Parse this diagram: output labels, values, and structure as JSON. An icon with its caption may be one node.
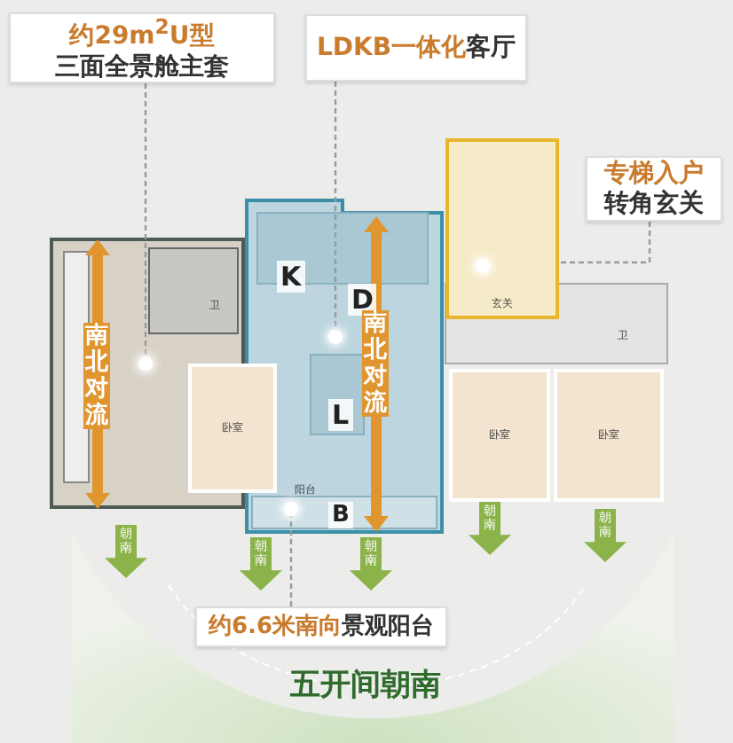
{
  "diagram": {
    "nodes": [
      {
        "text": [
          "约29m$^{2}$U型",
          "三面全景舱主套"
        ]
      },
      {
        "text": [
          "**LDKB一体化**客厅"
        ]
      },
      {
        "text": [
          "专梯入户",
          "转角玄关"
        ]
      },
      {
        "text": [
          "**约6.6米南向**景观阳台"
        ]
      },
      {
        "text": [],
        "shape": "circle"
      },
      {
        "text": [],
        "shape": "circle"
      },
      {
        "text": [
          "玄关"
        ]
      },
      {
        "text": [],
        "shape": "circle",
        "in": 6
      },
      {
        "text": [],
        "shape": "circle"
      },
      {
        "text": [
          "卧室"
        ]
      },
      {
        "text": [
          "卧室"
        ]
      },
      {
        "text": [
          "卧室"
        ]
      },
      {
        "text": [
          "朝南"
        ]
      },
      {
        "text": [
          "朝南"
        ]
      },
      {
        "text": [
          "朝南"
        ]
      },
      {
        "text": [
          "朝南"
        ]
      },
      {
        "text": [
          "朝南"
        ]
      }
    ],
    "edges": [
      {
        "from": 0,
        "to": 4,
        "arrow": "none",
        "style": "dashed"
      },
      {
        "from": 1,
        "to": 5,
        "arrow": "none",
        "style": "dashed"
      },
      {
        "from": 2,
        "to": 7,
        "arrow": "none",
        "style": "dashed"
      },
      {
        "from": 3,
        "to": 8,
        "arrow": "none",
        "style": "dashed"
      }
    ],
    "labels": [
      "K",
      "D",
      "卫",
      "卫",
      "南北对流",
      "L",
      "南北对流",
      "阳台",
      "B",
      "五开间朝南"
    ]
  }
}
